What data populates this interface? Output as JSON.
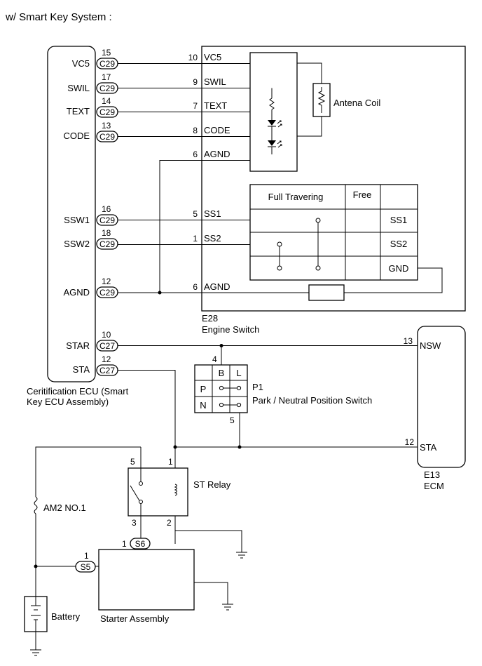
{
  "title": "w/ Smart Key System :",
  "ecu": {
    "label_line1": "Ceritification ECU (Smart",
    "label_line2": "Key ECU Assembly)",
    "terminals": [
      {
        "name": "VC5",
        "pin": "15",
        "connector": "C29"
      },
      {
        "name": "SWIL",
        "pin": "17",
        "connector": "C29"
      },
      {
        "name": "TEXT",
        "pin": "14",
        "connector": "C29"
      },
      {
        "name": "CODE",
        "pin": "13",
        "connector": "C29"
      },
      {
        "name": "SSW1",
        "pin": "16",
        "connector": "C29"
      },
      {
        "name": "SSW2",
        "pin": "18",
        "connector": "C29"
      },
      {
        "name": "AGND",
        "pin": "12",
        "connector": "C29"
      },
      {
        "name": "STAR",
        "pin": "10",
        "connector": "C27"
      },
      {
        "name": "STA",
        "pin": "12",
        "connector": "C27"
      }
    ]
  },
  "engine_switch": {
    "code": "E28",
    "name": "Engine Switch",
    "terminals": [
      {
        "pin": "10",
        "name": "VC5"
      },
      {
        "pin": "9",
        "name": "SWIL"
      },
      {
        "pin": "7",
        "name": "TEXT"
      },
      {
        "pin": "8",
        "name": "CODE"
      },
      {
        "pin": "6",
        "name": "AGND"
      },
      {
        "pin": "5",
        "name": "SS1"
      },
      {
        "pin": "1",
        "name": "SS2"
      },
      {
        "pin": "6",
        "name": "AGND"
      }
    ],
    "antenna_label": "Antena Coil",
    "table": {
      "col1": "Full Travering",
      "col2": "Free",
      "rows": [
        "SS1",
        "SS2",
        "GND"
      ]
    }
  },
  "ecm": {
    "code": "E13",
    "name": "ECM",
    "terminals": [
      {
        "pin": "13",
        "name": "NSW"
      },
      {
        "pin": "12",
        "name": "STA"
      }
    ]
  },
  "pn_switch": {
    "code": "P1",
    "name": "Park / Neutral Position Switch",
    "col_b": "B",
    "col_l": "L",
    "row_p": "P",
    "row_n": "N",
    "pin_top": "4",
    "pin_bottom": "5"
  },
  "st_relay": {
    "name": "ST Relay",
    "pins": {
      "p5": "5",
      "p1": "1",
      "p3": "3",
      "p2": "2"
    }
  },
  "fuse": {
    "name": "AM2 NO.1"
  },
  "battery": {
    "name": "Battery"
  },
  "starter": {
    "name": "Starter Assembly",
    "s6_pin": "1",
    "s6_connector": "S6",
    "s5_pin": "1",
    "s5_connector": "S5"
  }
}
